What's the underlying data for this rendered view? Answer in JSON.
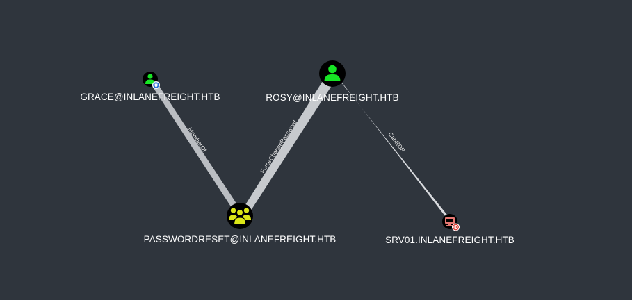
{
  "graph": {
    "nodes": [
      {
        "id": "grace",
        "label": "GRACE@INLANEFREIGHT.HTB",
        "kind": "user",
        "icon": "user-icon",
        "badge": "shield-badge-icon",
        "color": "#17e625"
      },
      {
        "id": "rosy",
        "label": "ROSY@INLANEFREIGHT.HTB",
        "kind": "user",
        "icon": "user-icon",
        "color": "#17e625"
      },
      {
        "id": "passwordreset",
        "label": "PASSWORDRESET@INLANEFREIGHT.HTB",
        "kind": "group",
        "icon": "group-icon",
        "color": "#dbe617"
      },
      {
        "id": "srv01",
        "label": "SRV01.INLANEFREIGHT.HTB",
        "kind": "computer",
        "icon": "computer-icon",
        "badge": "target-badge-icon",
        "color": "#e67873"
      }
    ],
    "edges": [
      {
        "id": "memberof",
        "label": "MemberOf",
        "from": "grace",
        "to": "passwordreset"
      },
      {
        "id": "forcechangepassword",
        "label": "ForceChangePassword",
        "from": "passwordreset",
        "to": "rosy"
      },
      {
        "id": "canrdp",
        "label": "CanRDP",
        "from": "rosy",
        "to": "srv01"
      }
    ]
  }
}
